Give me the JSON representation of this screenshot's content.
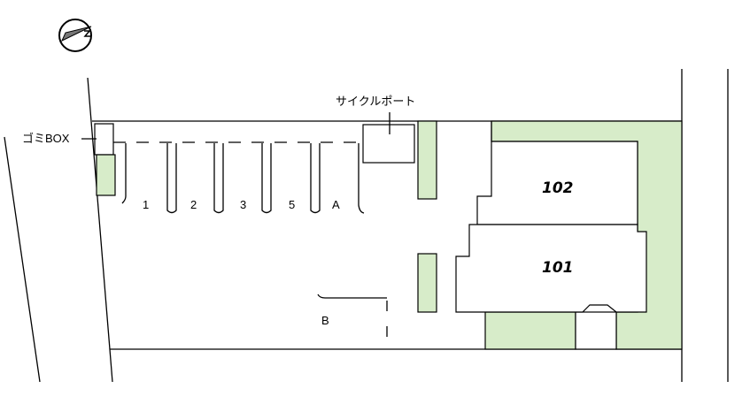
{
  "labels": {
    "cycle_port": "サイクルポート",
    "garbage_box": "ゴミBOX",
    "unit_102": "102",
    "unit_101": "101",
    "parking_b": "B"
  },
  "parking_spaces": [
    "1",
    "2",
    "3",
    "5",
    "A"
  ],
  "icons": {
    "compass": "compass-north-icon"
  },
  "colors": {
    "green_area": "#d7ecc9",
    "line": "#000000"
  }
}
